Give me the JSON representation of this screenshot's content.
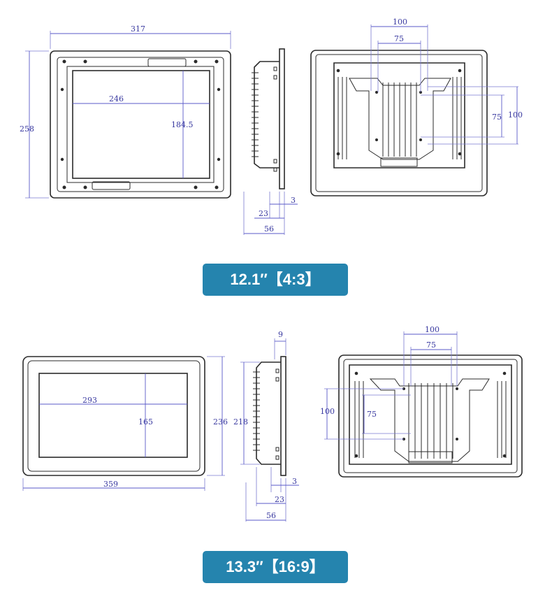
{
  "badges": {
    "top": "12.1″【4:3】",
    "bottom": "13.3″【16:9】"
  },
  "top_model": {
    "front": {
      "width": "317",
      "height": "258",
      "screen_width": "246",
      "screen_height": "184.5"
    },
    "side": {
      "front_offset": "23",
      "bezel": "3",
      "depth": "56"
    },
    "back": {
      "vesa_outer_h": "100",
      "vesa_inner_h": "75",
      "vesa_inner_v": "75",
      "vesa_outer_v": "100"
    }
  },
  "bottom_model": {
    "front": {
      "width": "359",
      "height": "236",
      "screen_width": "293",
      "screen_height": "165"
    },
    "side": {
      "top_bezel": "9",
      "height": "218",
      "bezel": "3",
      "front_offset": "23",
      "depth": "56"
    },
    "back": {
      "vesa_outer_h": "100",
      "vesa_inner_h": "75",
      "vesa_outer_v": "100",
      "vesa_inner_v": "75"
    }
  },
  "colors": {
    "badge": "#2584ae",
    "dimension": "#3a3aa0",
    "outline": "#2b2b2b"
  }
}
